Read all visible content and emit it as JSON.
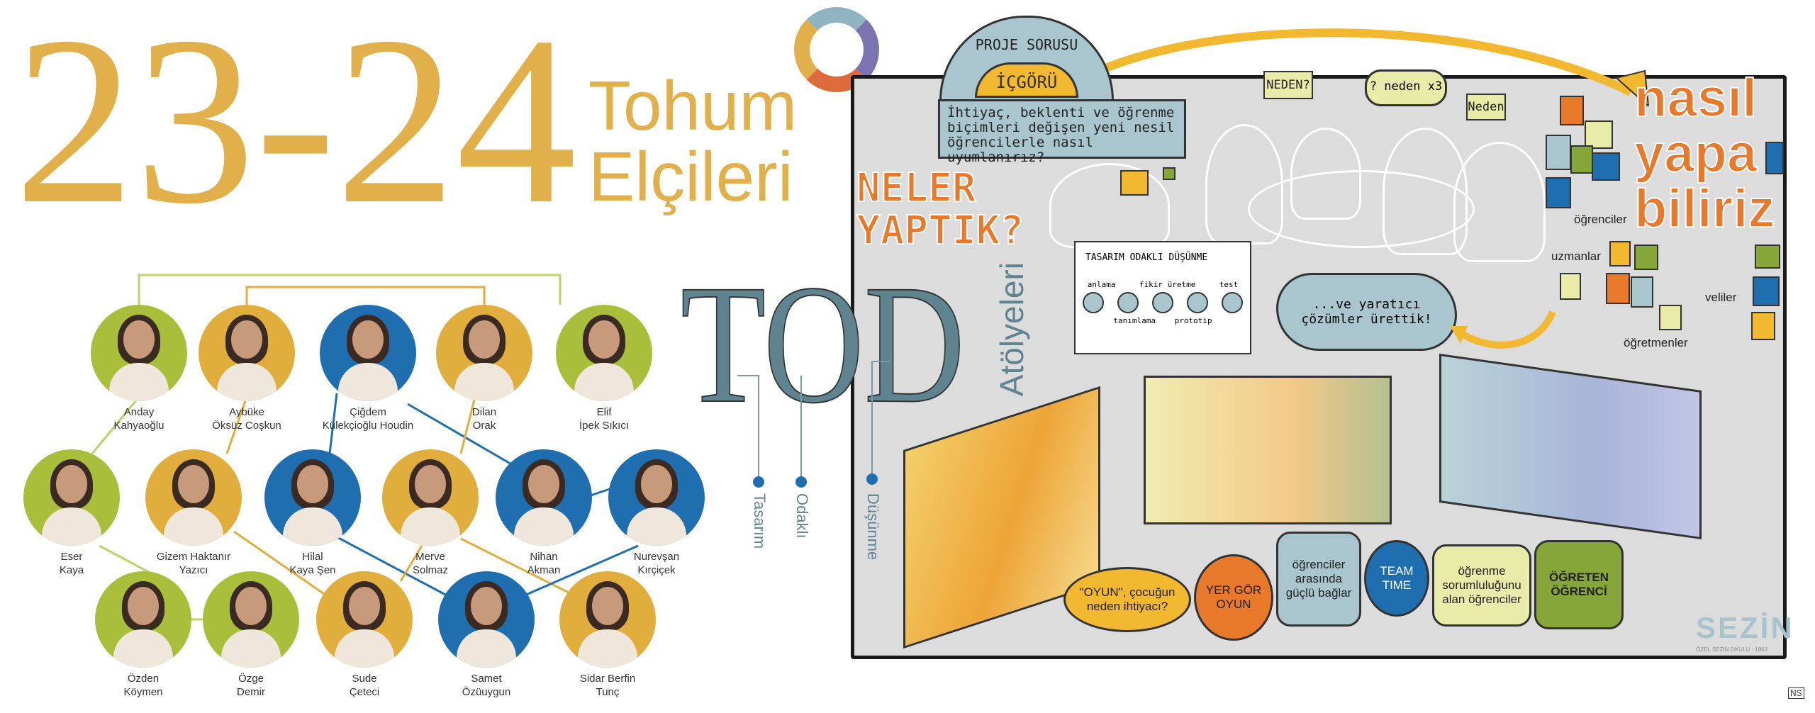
{
  "header": {
    "year": "23-24",
    "title_line1": "Tohum",
    "title_line2": "Elçileri"
  },
  "team": [
    {
      "name_line1": "Anday",
      "name_line2": "Kahyaoğlu",
      "color": "#a9bf3c"
    },
    {
      "name_line1": "Aybüke",
      "name_line2": "Öksüz Coşkun",
      "color": "#e1ad3c"
    },
    {
      "name_line1": "Çiğdem",
      "name_line2": "Külekçioğlu Houdin",
      "color": "#1f6fb0"
    },
    {
      "name_line1": "Dilan",
      "name_line2": "Orak",
      "color": "#e1ad3c"
    },
    {
      "name_line1": "Elif",
      "name_line2": "İpek Sıkıcı",
      "color": "#a9bf3c"
    },
    {
      "name_line1": "Eser",
      "name_line2": "Kaya",
      "color": "#a9bf3c"
    },
    {
      "name_line1": "Gizem Haktanır",
      "name_line2": "Yazıcı",
      "color": "#e1ad3c"
    },
    {
      "name_line1": "Hilal",
      "name_line2": "Kaya Şen",
      "color": "#1f6fb0"
    },
    {
      "name_line1": "Merve",
      "name_line2": "Solmaz",
      "color": "#e1ad3c"
    },
    {
      "name_line1": "Nihan",
      "name_line2": "Akman",
      "color": "#1f6fb0"
    },
    {
      "name_line1": "Nurevşan",
      "name_line2": "Kırçiçek",
      "color": "#1f6fb0"
    },
    {
      "name_line1": "Özden",
      "name_line2": "Köymen",
      "color": "#a9bf3c"
    },
    {
      "name_line1": "Özge",
      "name_line2": "Demir",
      "color": "#a9bf3c"
    },
    {
      "name_line1": "Sude",
      "name_line2": "Çeteci",
      "color": "#e1ad3c"
    },
    {
      "name_line1": "Samet",
      "name_line2": "Özüuygun",
      "color": "#1f6fb0"
    },
    {
      "name_line1": "Sidar Berfin",
      "name_line2": "Tunç",
      "color": "#e1ad3c"
    }
  ],
  "tod": {
    "letters": "TOD",
    "subtitle": "Atölyeleri",
    "labels": [
      "Tasarım",
      "Odaklı",
      "Düşünme"
    ]
  },
  "illustration": {
    "dome_label": "PROJE SORUSU",
    "insight_label": "İÇGÖRÜ",
    "question": "İhtiyaç, beklenti ve öğrenme biçimleri değişen yeni nesil öğrencilerle nasıl uyumlanırız?",
    "what_we_did_1": "NELER",
    "what_we_did_2": "YAPTIK?",
    "why_note": "NEDEN?",
    "why_x3": "? neden x3",
    "why_note2": "Neden",
    "how_1": "nasıl",
    "how_2": "yapa",
    "how_3": "biliriz",
    "stakeholders": [
      "öğrenciler",
      "uzmanlar",
      "veliler",
      "öğretmenler"
    ],
    "board_title": "TASARIM ODAKLI DÜŞÜNME",
    "board_steps_top": [
      "anlama",
      "fikir üretme",
      "test"
    ],
    "board_steps_bottom": [
      "tanımlama",
      "prototip"
    ],
    "cloud_text": "...ve yaratıcı çözümler ürettik!",
    "bubbles": [
      {
        "text": "\"OYUN\", çocuğun neden ihtiyacı?",
        "color": "#f2b830"
      },
      {
        "text": "YER GÖR OYUN",
        "color": "#e8782a"
      },
      {
        "text": "öğrenciler arasında güçlü bağlar",
        "color": "#a9c6cf"
      },
      {
        "text": "TEAM TIME",
        "color": "#1f6fb0"
      },
      {
        "text": "öğrenme sorumluluğunu alan öğrenciler",
        "color": "#e9eba8"
      },
      {
        "text": "ÖĞRETEN ÖĞRENCİ",
        "color": "#86a63a"
      }
    ],
    "brand": "SEZİN",
    "brand_sub": "ÖZEL SEZİN OKULU · 1963",
    "signature": "NS"
  }
}
